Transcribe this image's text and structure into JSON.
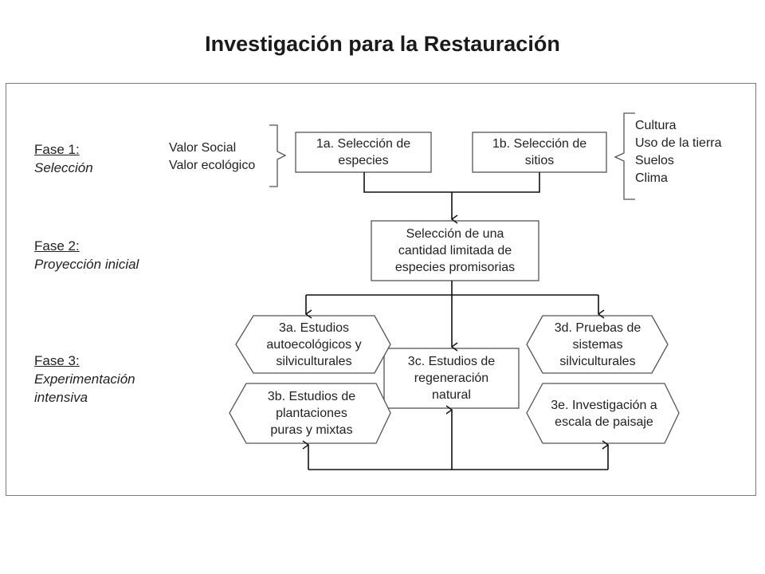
{
  "title": "Investigación para la Restauración",
  "phases": [
    {
      "name": "Fase 1:",
      "desc": "Selección"
    },
    {
      "name": "Fase 2:",
      "desc": "Proyección inicial"
    },
    {
      "name": "Fase 3:",
      "desc": "Experimentación intensiva"
    }
  ],
  "left_criteria": [
    "Valor Social",
    "Valor ecológico"
  ],
  "right_criteria": [
    "Cultura",
    "Uso de la tierra",
    "Suelos",
    "Clima"
  ],
  "boxes": {
    "b1a": "1a. Selección de especies",
    "b1b": "1b. Selección de sitios",
    "b2": "Selección de una cantidad limitada de especies promisorias",
    "b3a": "3a. Estudios autoecológicos y silviculturales",
    "b3b": "3b. Estudios de plantaciones puras y mixtas",
    "b3c": "3c. Estudios de regeneración natural",
    "b3d": "3d. Pruebas de sistemas silviculturales",
    "b3e": "3e. Investigación a escala de paisaje"
  }
}
